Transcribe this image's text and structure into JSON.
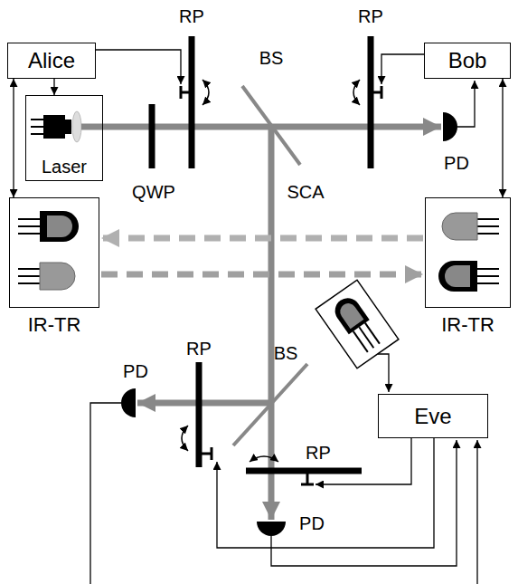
{
  "diagram": {
    "nodes": [
      {
        "text": [
          "Alice"
        ]
      },
      {
        "text": [
          "Bob"
        ]
      },
      {
        "text": [
          "Laser"
        ]
      },
      {
        "text": [
          "IR-TR"
        ]
      },
      {
        "text": [
          "IR-TR"
        ]
      },
      {
        "text": [
          "Eve"
        ]
      }
    ],
    "edges": [
      {
        "from": 0,
        "to": 2,
        "arrow": "to"
      },
      {
        "from": 0,
        "to": 3,
        "arrow": "both"
      },
      {
        "from": 1,
        "to": 4,
        "arrow": "both"
      },
      {
        "from": 4,
        "to": 3,
        "arrow": "to"
      },
      {
        "from": 3,
        "to": 4,
        "arrow": "to"
      }
    ],
    "labels": [
      "RP",
      "RP",
      "BS",
      "QWP",
      "SCA",
      "PD",
      "BS",
      "RP",
      "PD",
      "RP",
      "PD"
    ]
  }
}
